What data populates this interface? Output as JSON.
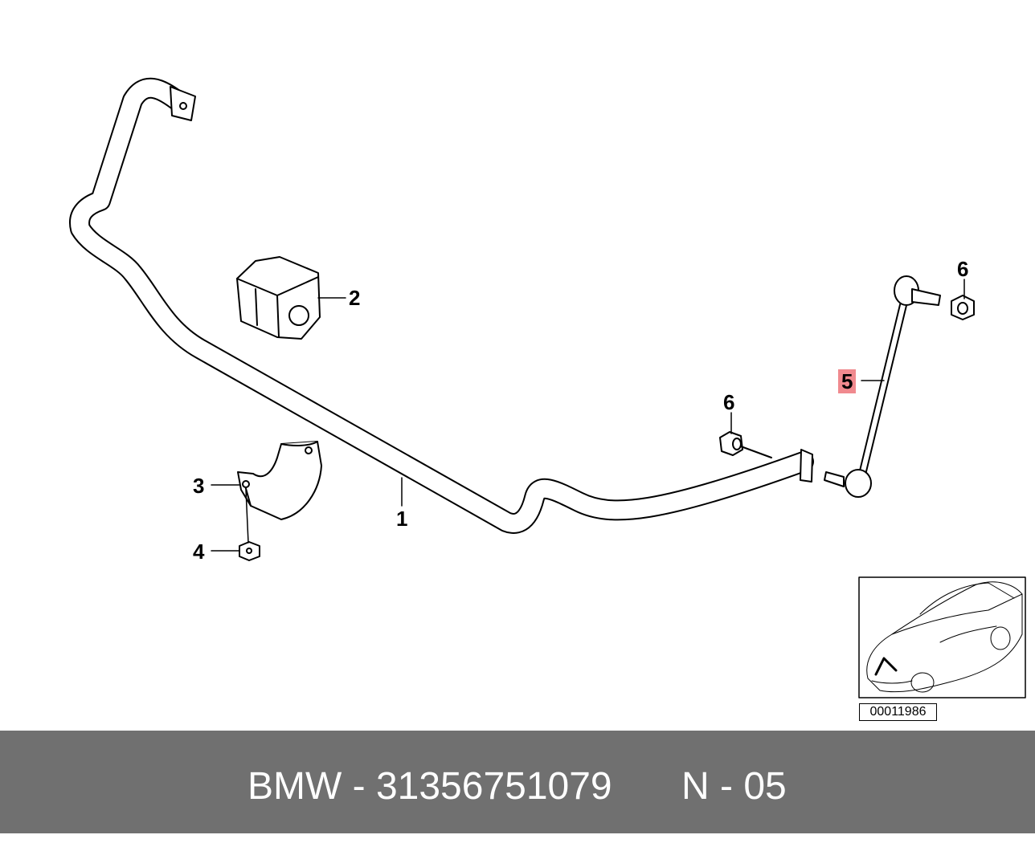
{
  "callouts": {
    "c1": "1",
    "c2": "2",
    "c3": "3",
    "c4": "4",
    "c5": "5",
    "c6a": "6",
    "c6b": "6"
  },
  "inset": {
    "ref_code": "00011986"
  },
  "footer": {
    "part_text": "BMW - 31356751079",
    "variant_text": "N - 05"
  },
  "colors": {
    "highlight": "#f08a8f",
    "footer_bg": "#707070"
  }
}
